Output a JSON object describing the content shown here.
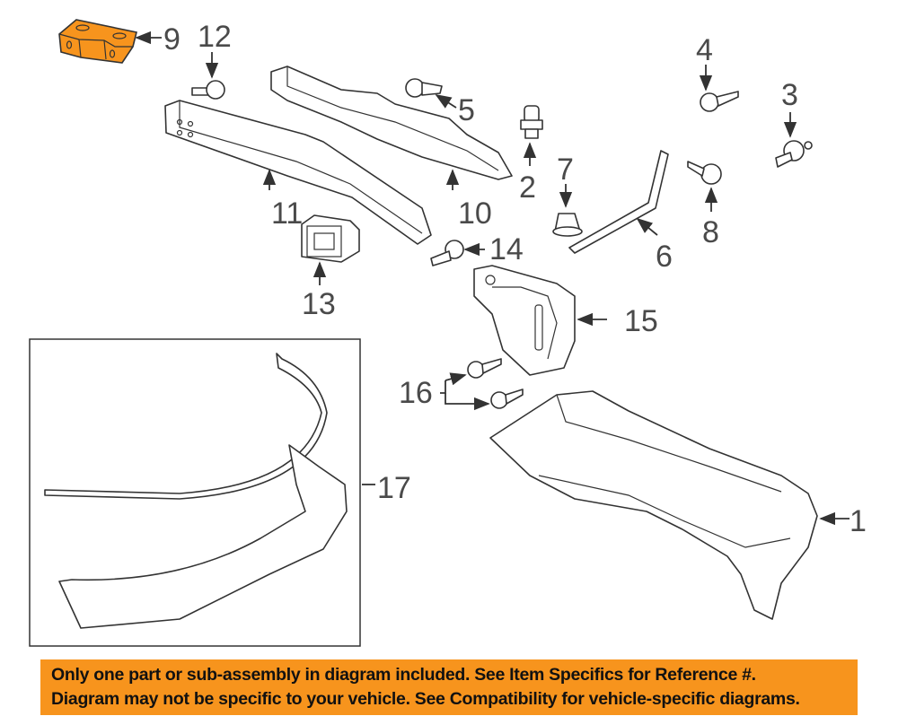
{
  "diagram": {
    "highlight_color": "#f7941d",
    "callouts": [
      "1",
      "2",
      "3",
      "4",
      "5",
      "6",
      "7",
      "8",
      "9",
      "10",
      "11",
      "12",
      "13",
      "14",
      "15",
      "16",
      "17"
    ],
    "highlighted_part": "9"
  },
  "banner": {
    "line1": "Only one part or sub-assembly in diagram included. See Item Specifics for Reference #.",
    "line2": "Diagram may not be specific to your vehicle. See Compatibility for vehicle-specific diagrams."
  }
}
